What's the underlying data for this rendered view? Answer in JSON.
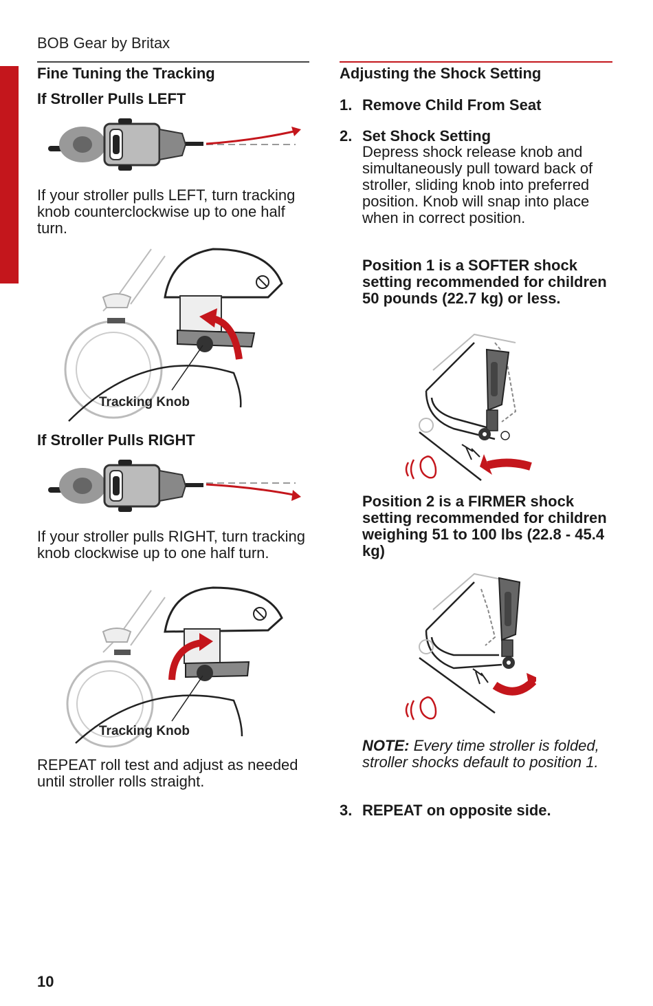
{
  "header": {
    "brand": "BOB Gear by Britax"
  },
  "left": {
    "title": "Fine Tuning the Tracking",
    "left_heading": "If Stroller Pulls LEFT",
    "left_text": "If your stroller pulls LEFT, turn tracking knob counterclockwise up to one half turn.",
    "knob_label_1": "Tracking Knob",
    "right_heading": "If Stroller Pulls RIGHT",
    "right_text": "If your stroller pulls RIGHT, turn tracking knob clockwise up to one half turn.",
    "knob_label_2": "Tracking Knob",
    "repeat_text": "REPEAT roll test and adjust as needed until stroller rolls straight."
  },
  "right": {
    "title": "Adjusting the Shock Setting",
    "step1_num": "1.",
    "step1": "Remove Child From Seat",
    "step2_num": "2.",
    "step2_title": "Set Shock Setting",
    "step2_text": "Depress shock release knob and simultaneously pull toward back of stroller, sliding knob into preferred position. Knob will snap into place when in correct position.",
    "position1": "Position 1 is a SOFTER shock setting recommended for children 50 pounds (22.7 kg) or less.",
    "position2": "Position 2 is a FIRMER shock setting recommended for children weighing 51 to 100 lbs (22.8 - 45.4 kg)",
    "note_label": "NOTE:",
    "note_text": " Every time stroller is folded, stroller shocks default to position 1.",
    "step3_num": "3.",
    "step3": "REPEAT on opposite side."
  },
  "footer": {
    "page_number": "10"
  },
  "colors": {
    "accent_red": "#c4161c",
    "text": "#1a1a1a",
    "line_gray": "#999999"
  }
}
